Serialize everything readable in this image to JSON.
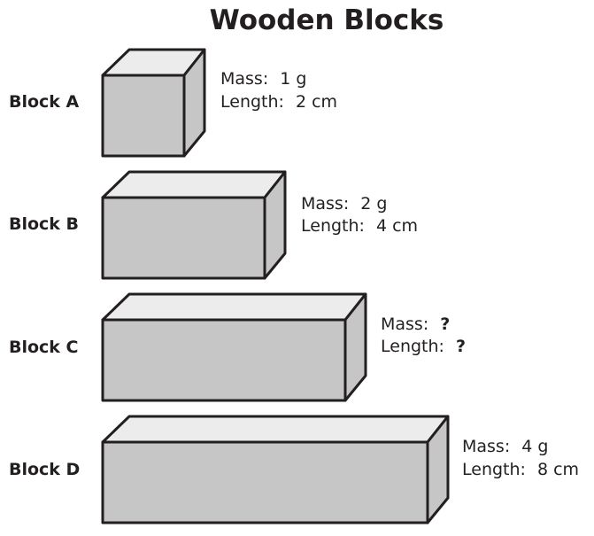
{
  "title": "Wooden Blocks",
  "blocks": [
    {
      "label": "Block A",
      "mass_label": "Mass:",
      "mass_value": "1 g",
      "length_label": "Length:",
      "length_value": "2 cm",
      "unknown": false
    },
    {
      "label": "Block B",
      "mass_label": "Mass:",
      "mass_value": "2 g",
      "length_label": "Length:",
      "length_value": "4 cm",
      "unknown": false
    },
    {
      "label": "Block C",
      "mass_label": "Mass:",
      "mass_value": "?",
      "length_label": "Length:",
      "length_value": "?",
      "unknown": true
    },
    {
      "label": "Block D",
      "mass_label": "Mass:",
      "mass_value": "4 g",
      "length_label": "Length:",
      "length_value": "8 cm",
      "unknown": false
    }
  ],
  "colors": {
    "outline": "#231f20",
    "front_face": "#c6c6c6",
    "top_face": "#ececec",
    "side_face": "#c6c6c6"
  }
}
